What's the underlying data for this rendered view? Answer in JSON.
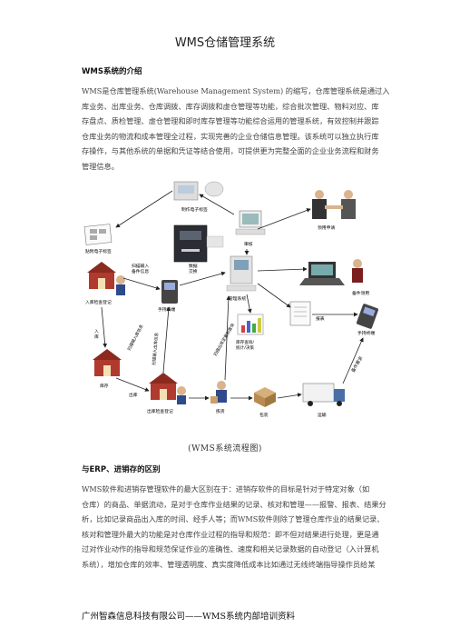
{
  "doc_title": "WMS仓储管理系统",
  "section1": {
    "heading": "WMS系统的介绍",
    "lines": [
      "WMS是仓库管理系统(Warehouse Management System) 的缩写，仓库管理系统是通过入",
      "库业务、出库业务、仓库调拨、库存调拨和虚仓管理等功能，综合批次管理、物料对应、库",
      "存盘点、质检管理、虚仓管理和即时库存管理等功能综合运用的管理系统，有效控制并跟踪",
      "仓库业务的物流和成本管理全过程，实现完善的企业仓储信息管理。该系统可以独立执行库",
      "存操作，与其他系统的单据和凭证等结合使用，可提供更为完整全面的企业业务流程和财务",
      "管理信息。"
    ]
  },
  "diagram": {
    "labels": {
      "print_label": "制作电子标签",
      "e_label": "贴附电子标签",
      "scan_in": "扫描输入\n备件信息",
      "data_exchange": "数据\n交换",
      "review": "审核",
      "apply": "领用申请",
      "parts_collect": "备件领用",
      "inbound_reg": "入库检查登记",
      "handheld": "手持终端",
      "mgmt_system": "管理系统",
      "report": "报表",
      "handheld2": "手持终端",
      "scan_inbound": "扫描输入库信息",
      "scan_outbound": "扫描输入出库信息",
      "scan_query": "扫描出库定量和查询",
      "inventory_stats": "库存查询/\n统计/决策",
      "storage_in": "入\n库",
      "storage": "库存",
      "outbound_arrow": "出库",
      "outbound_reg": "出库检查登记",
      "pick": "拣货",
      "pack": "包装",
      "ship": "运输",
      "reqs": "备件需求"
    }
  },
  "caption": "(WMS系统流程图)",
  "section2": {
    "heading": "与ERP、进销存的区别",
    "lines": [
      "WMS软件和进销存管理软件的最大区别在于：进销存软件的目标是针对于特定对象（如",
      "仓库）的商品、单据流动，是对于仓库作业结果的记录、核对和管理——报警、报表、结果分",
      "析，比如记录商品出入库的时间、经手人等；而WMS软件则除了管理仓库作业的结果记录、",
      "核对和管理外最大的功能是对仓库作业过程的指导和规范：即不但对结果进行处理，更是通",
      "过对作业动作的指导和规范保证作业的准确性、速度和相关记录数据的自动登记（入计算机",
      "系统），增加仓库的效率、管理透明度、真实度降低成本比如通过无线终端指导操作员给某"
    ]
  },
  "footer": "广州智森信息科技有限公司——WMS系统内部培训资料",
  "colors": {
    "barn": "#b03a2e",
    "arrow": "#222222",
    "text": "#444444"
  }
}
